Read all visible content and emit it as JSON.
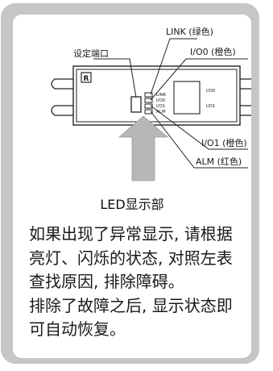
{
  "diagram": {
    "port_setting_label": "设定端口",
    "link_label": "LINK (绿色)",
    "io0_label": "I/O0 (橙色)",
    "io1_label": "I/O1 (橙色)",
    "alm_label": "ALM (红色)",
    "device_led_labels": [
      "LINK",
      "I/O0",
      "I/O1",
      "ALM"
    ],
    "device_right_labels": [
      "I/O0",
      "I/O1"
    ],
    "device_logo": "R",
    "caption": "LED显示部"
  },
  "description": {
    "paragraph1": "如果出现了异常显示, 请根据亮灯、闪烁的状态, 对照左表查找原因, 排除障碍。",
    "paragraph2": "排除了故障之后, 显示状态即可自动恢复。"
  }
}
